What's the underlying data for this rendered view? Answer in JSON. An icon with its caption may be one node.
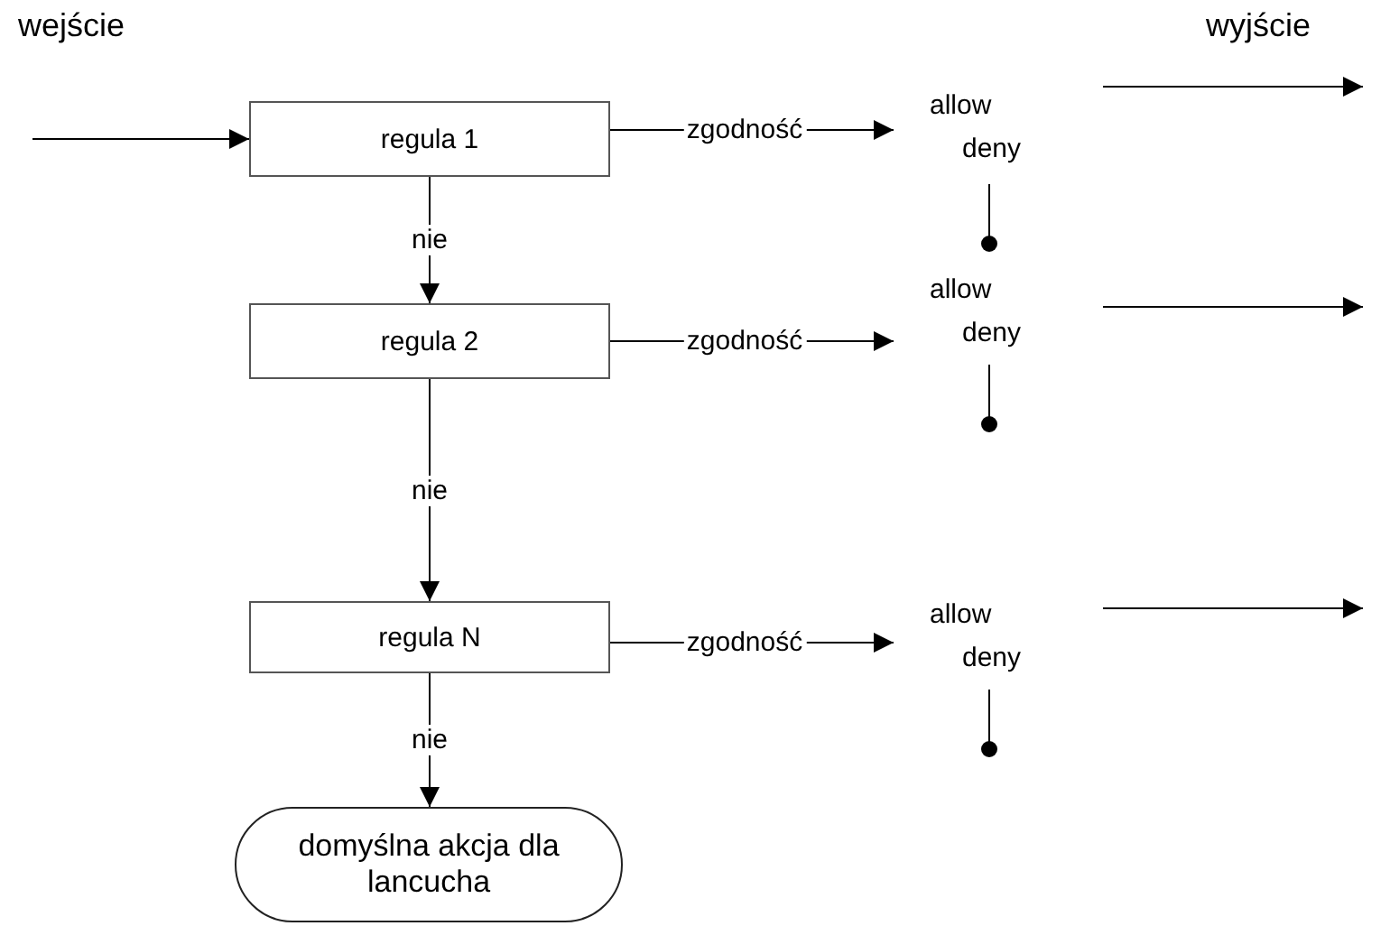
{
  "diagram": {
    "nodes": [
      {
        "text": [
          "regula 1"
        ]
      },
      {
        "text": [
          "regula 2"
        ]
      },
      {
        "text": [
          "regula N"
        ]
      },
      {
        "text": [
          "domyślna akcja dla lancucha"
        ]
      },
      {
        "text": [
          "allow",
          "deny"
        ]
      },
      {
        "text": [
          "allow",
          "deny"
        ]
      },
      {
        "text": [
          "allow",
          "deny"
        ]
      }
    ],
    "edges": [
      {
        "from": null,
        "to": 0,
        "arrow": "to"
      },
      {
        "from": 0,
        "to": 1,
        "arrow": "to",
        "label": "nie"
      },
      {
        "from": 1,
        "to": 2,
        "arrow": "to",
        "label": "nie"
      },
      {
        "from": 2,
        "to": 3,
        "arrow": "to",
        "label": "nie"
      },
      {
        "from": 0,
        "to": 4,
        "arrow": "to",
        "label": "zgodność"
      },
      {
        "from": 1,
        "to": 5,
        "arrow": "to",
        "label": "zgodność"
      },
      {
        "from": 2,
        "to": 6,
        "arrow": "to",
        "label": "zgodność"
      },
      {
        "from": 4,
        "to": null,
        "arrow": "to"
      },
      {
        "from": 5,
        "to": null,
        "arrow": "to"
      },
      {
        "from": 6,
        "to": null,
        "arrow": "to"
      }
    ],
    "labels": [
      "wejście",
      "wyjście"
    ]
  }
}
